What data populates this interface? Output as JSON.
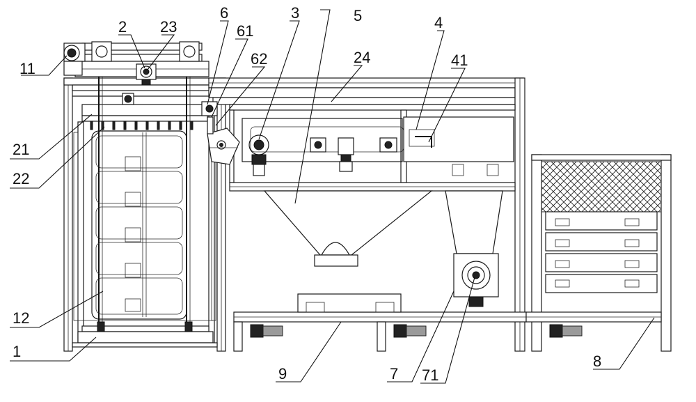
{
  "labels": {
    "l1": "1",
    "l2": "2",
    "l3": "3",
    "l4": "4",
    "l5": "5",
    "l6": "6",
    "l7": "7",
    "l8": "8",
    "l9": "9",
    "l11": "11",
    "l12": "12",
    "l21": "21",
    "l22": "22",
    "l23": "23",
    "l24": "24",
    "l41": "41",
    "l61": "61",
    "l62": "62",
    "l71": "71"
  }
}
